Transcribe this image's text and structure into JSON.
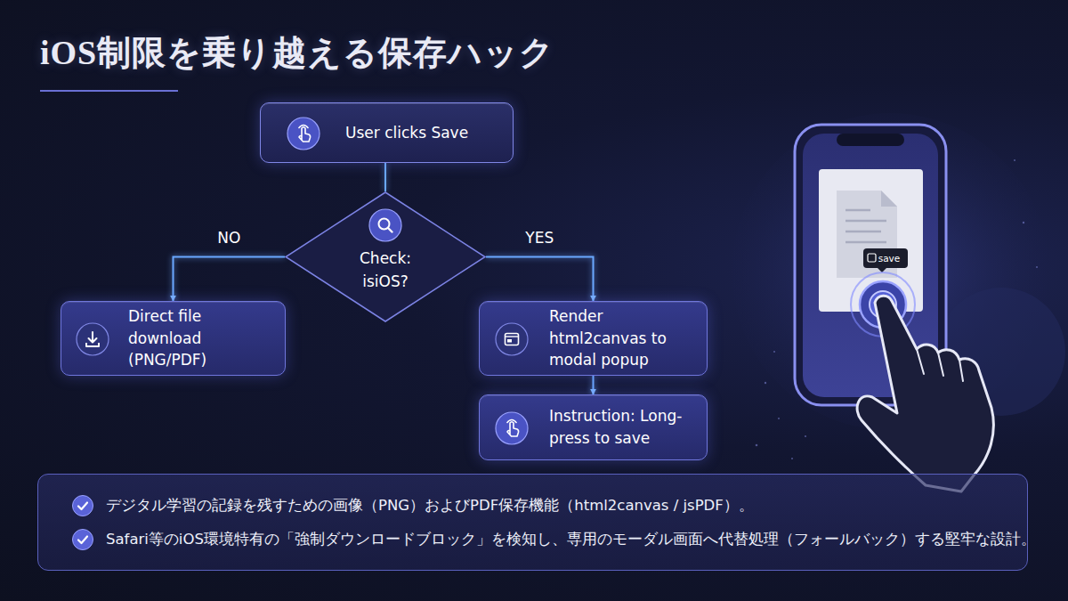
{
  "diagram": {
    "title": "iOS制限を乗り越える保存ハック",
    "nodes": [
      {
        "text": [
          "User clicks Save"
        ]
      },
      {
        "text": [
          "Check: isiOS?"
        ]
      },
      {
        "text": [
          "Direct file download (PNG/PDF)"
        ]
      },
      {
        "text": [
          "Render html2canvas to modal popup"
        ]
      },
      {
        "text": [
          "Instruction: Long-press to save"
        ]
      },
      {
        "text": [
          "デジタル学習の記録を残すための画像（PNG）およびPDF保存機能（html2canvas / jsPDF）。",
          "Safari等のiOS環境特有の「強制ダウンロードブロック」を検知し、専用のモーダル画面へ代替処理（フォールバック）する堅牢な設計。"
        ]
      }
    ],
    "edges": [
      {
        "from": 0,
        "to": 1,
        "arrow": "none"
      },
      {
        "from": 1,
        "to": 2,
        "label": "NO",
        "arrow": "to"
      },
      {
        "from": 1,
        "to": 3,
        "label": "YES",
        "arrow": "to"
      },
      {
        "from": 3,
        "to": 4,
        "arrow": "to"
      }
    ],
    "labels": [
      "save"
    ]
  }
}
